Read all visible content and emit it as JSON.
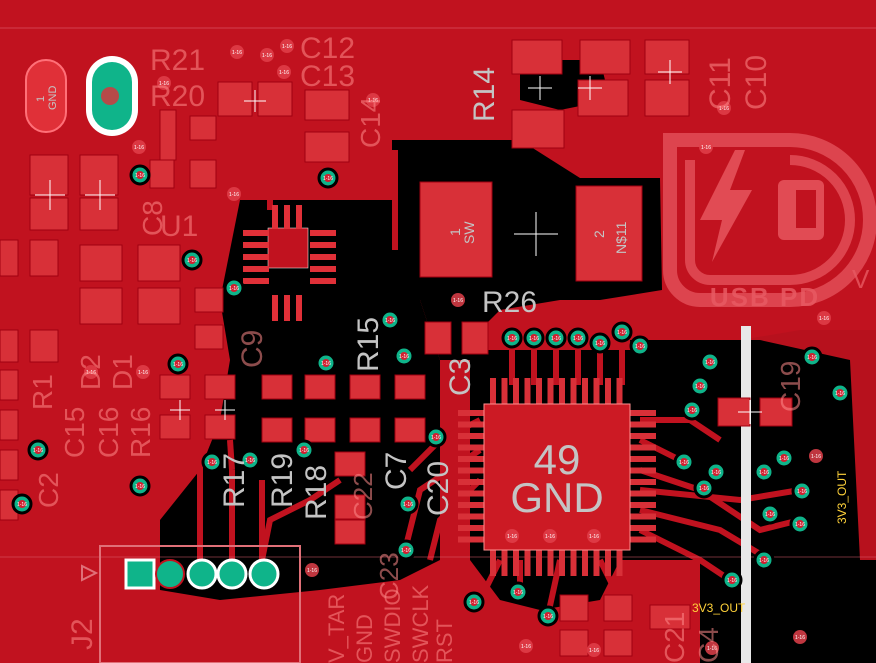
{
  "colors": {
    "background": "#000000",
    "copper": "#c1121f",
    "copper_light": "#d0202c",
    "pad": "#e0303a",
    "via": "#00b386",
    "silkscreen": "#c4c4c4",
    "net_label": "#ffd23a",
    "keepout_line": "#e8e8e8"
  },
  "refdes": {
    "r21": "R21",
    "r20": "R20",
    "c12": "C12",
    "c13": "C13",
    "r14": "R14",
    "c11": "C11",
    "c10": "C10",
    "c8": "C8",
    "u1": "U1",
    "r26": "R26",
    "r15": "R15",
    "c9": "C9",
    "d2": "D2",
    "d1": "D1",
    "r1": "R1",
    "c15": "C15",
    "c16": "C16",
    "r16": "R16",
    "c2": "C2",
    "r17": "R17",
    "r19": "R19",
    "r18": "R18",
    "c7": "C7",
    "c20": "C20",
    "c3": "C3",
    "c19": "C19",
    "c21": "C21",
    "c4": "C4",
    "j2": "J2",
    "c14": "C14",
    "c23": "C23",
    "c22": "C22"
  },
  "pads": {
    "sw_pin": "1",
    "sw_name": "SW",
    "n11_pin": "2",
    "n11_name": "N$11",
    "gnd_pin": "1",
    "gnd_name": "GND",
    "ep_pin": "49",
    "ep_name": "GND"
  },
  "logo": {
    "text": "USB PD"
  },
  "net_labels": {
    "out_h": "3V3_OUT",
    "out_v": "3V3_OUT"
  },
  "connector_pins": [
    "V_TAR",
    "GND",
    "SWDIO",
    "SWCLK",
    "RST"
  ],
  "via_text": "1-16"
}
